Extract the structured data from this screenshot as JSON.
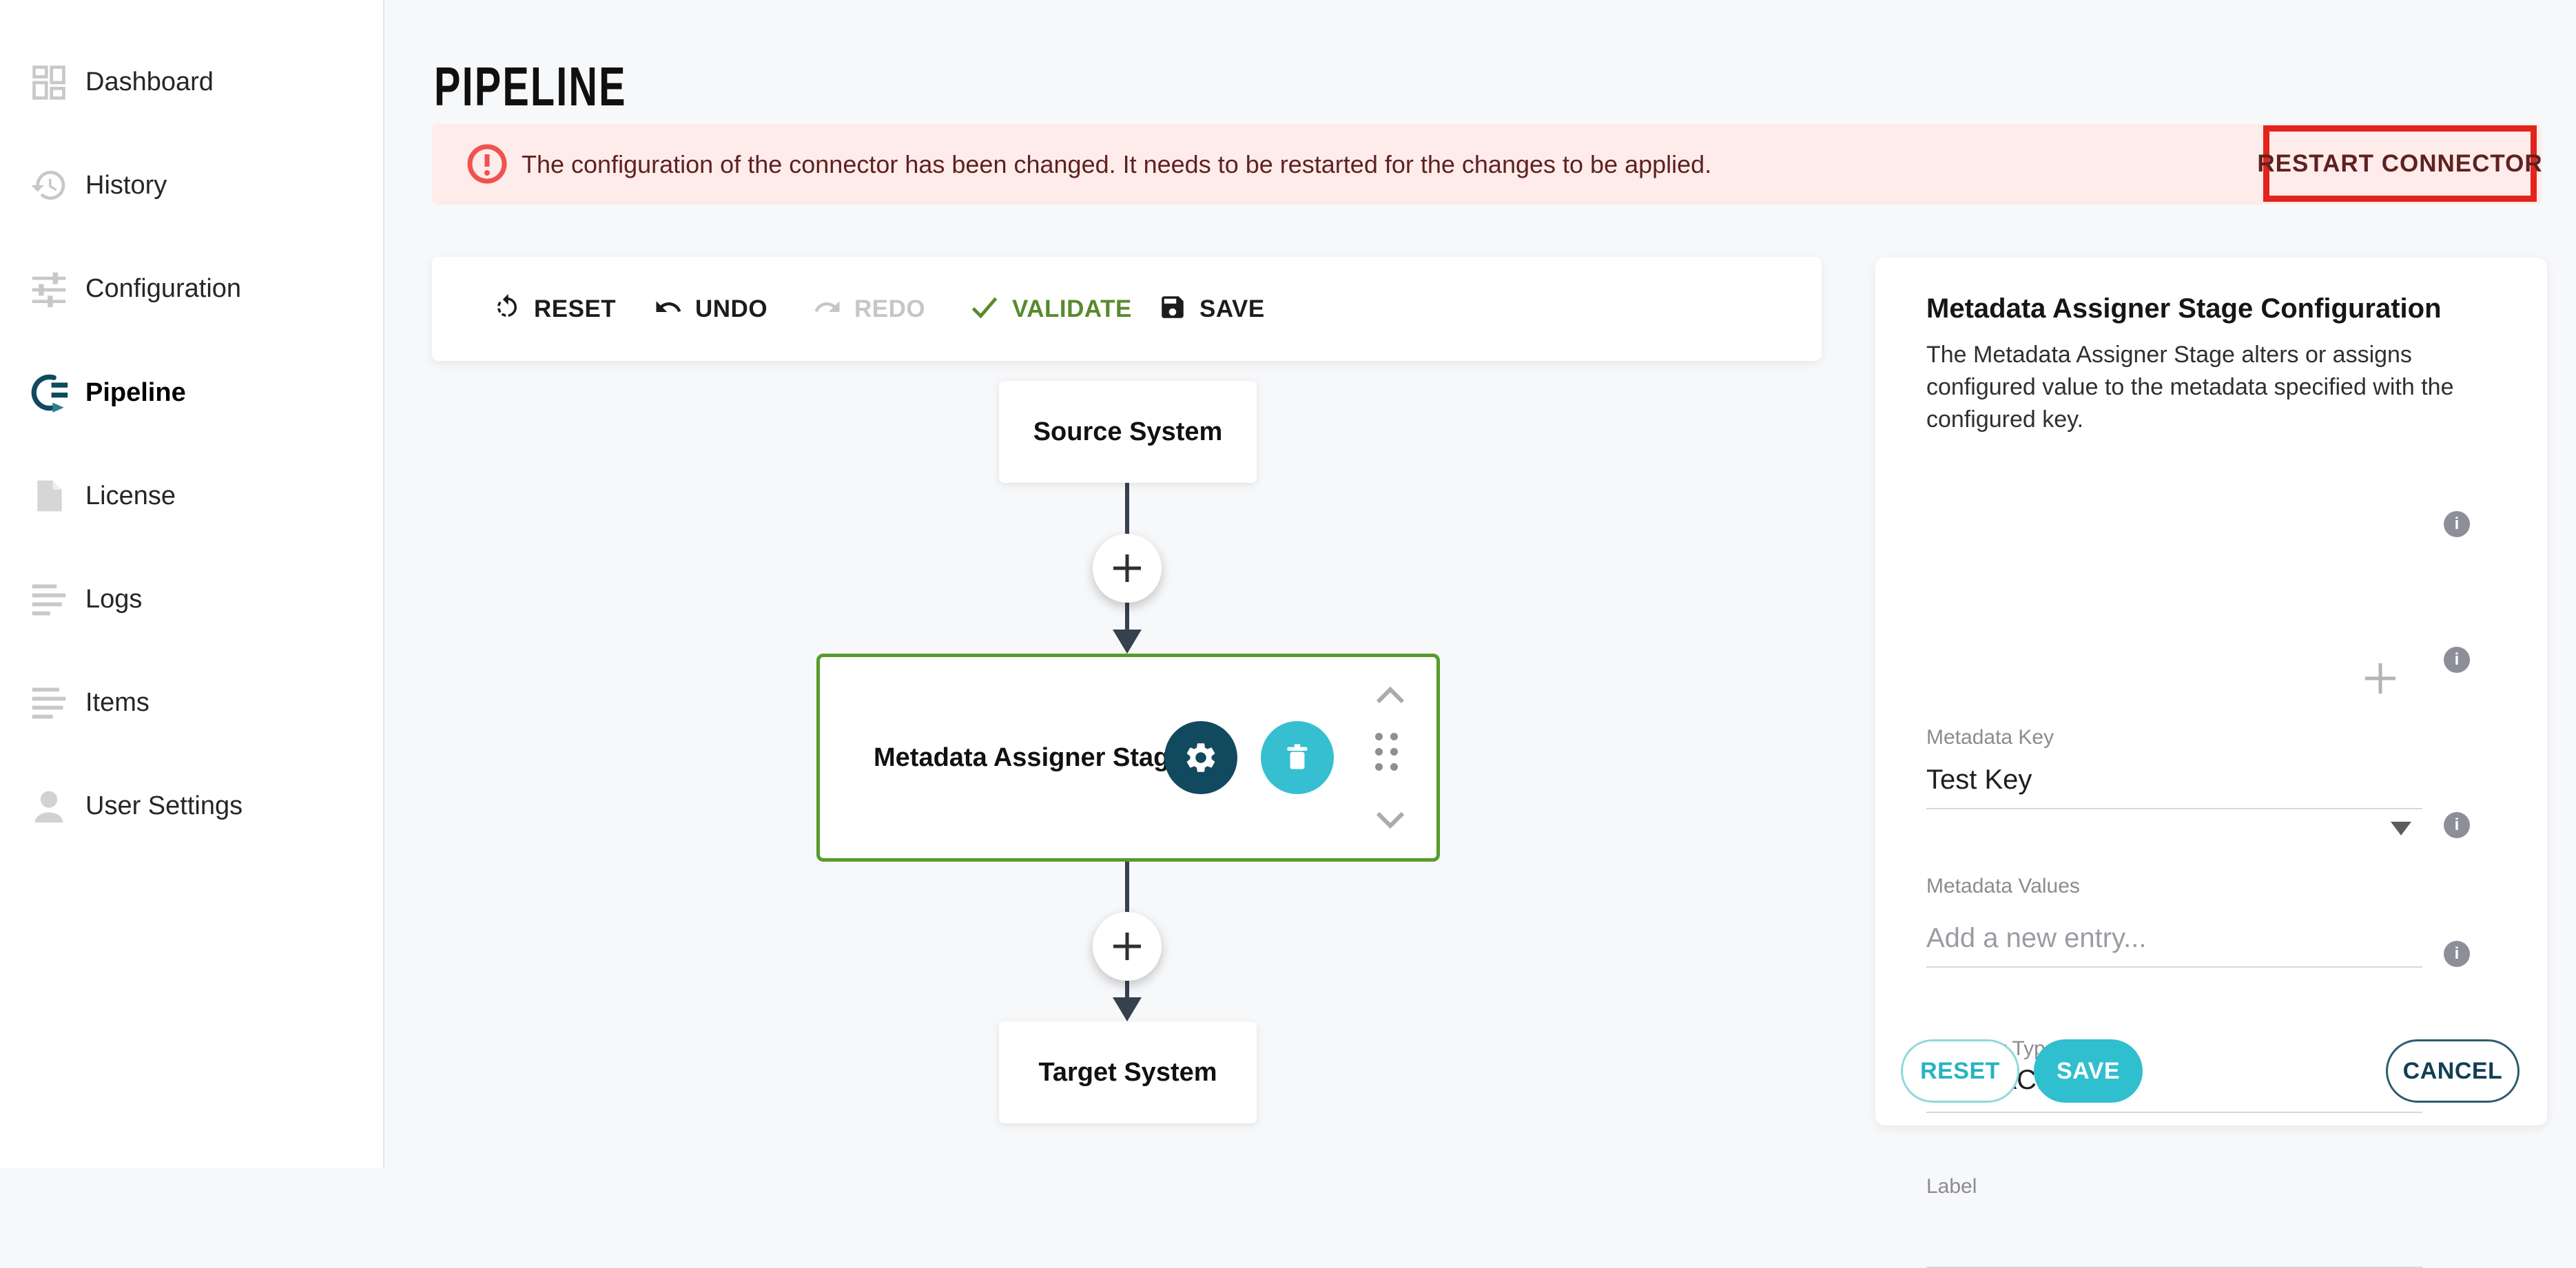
{
  "sidebar": {
    "items": [
      {
        "label": "Dashboard",
        "icon": "dashboard-icon",
        "active": false
      },
      {
        "label": "History",
        "icon": "history-icon",
        "active": false
      },
      {
        "label": "Configuration",
        "icon": "configuration-icon",
        "active": false
      },
      {
        "label": "Pipeline",
        "icon": "pipeline-icon",
        "active": true
      },
      {
        "label": "License",
        "icon": "license-icon",
        "active": false
      },
      {
        "label": "Logs",
        "icon": "logs-icon",
        "active": false
      },
      {
        "label": "Items",
        "icon": "items-icon",
        "active": false
      },
      {
        "label": "User Settings",
        "icon": "user-settings-icon",
        "active": false
      }
    ]
  },
  "page": {
    "title": "PIPELINE"
  },
  "banner": {
    "message": "The configuration of the connector has been changed. It needs to be restarted for the changes to be applied.",
    "action_label": "RESTART CONNECTOR",
    "background": "#fdecea",
    "text_color": "#5f2120",
    "icon_color": "#ef5350",
    "highlight_border": "#e3241c"
  },
  "toolbar": {
    "reset": "RESET",
    "undo": "UNDO",
    "redo": "REDO",
    "validate": "VALIDATE",
    "save": "SAVE",
    "redo_disabled": true,
    "validate_color": "#578a2c"
  },
  "diagram": {
    "source": "Source System",
    "stage": "Metadata Assigner Stage",
    "target": "Target System",
    "stage_border_color": "#589b2a",
    "gear_circle_color": "#11495f",
    "trash_circle_color": "#35bfd0",
    "edge_color": "#37404d"
  },
  "panel": {
    "title": "Metadata Assigner Stage Configuration",
    "description": "The Metadata Assigner Stage alters or assigns configured value to the metadata specified with the configured key.",
    "metadata_key": {
      "label": "Metadata Key",
      "value": "Test Key"
    },
    "metadata_values": {
      "label": "Metadata Values",
      "placeholder": "Add a new entry..."
    },
    "assigner_type": {
      "label": "Assigner Type",
      "value": "REPLACE"
    },
    "label_field": {
      "label": "Label",
      "value": ""
    },
    "info_icon": "i",
    "buttons": {
      "reset": "RESET",
      "save": "SAVE",
      "cancel": "CANCEL"
    },
    "accent_color": "#30bfce",
    "cancel_color": "#123f55"
  }
}
